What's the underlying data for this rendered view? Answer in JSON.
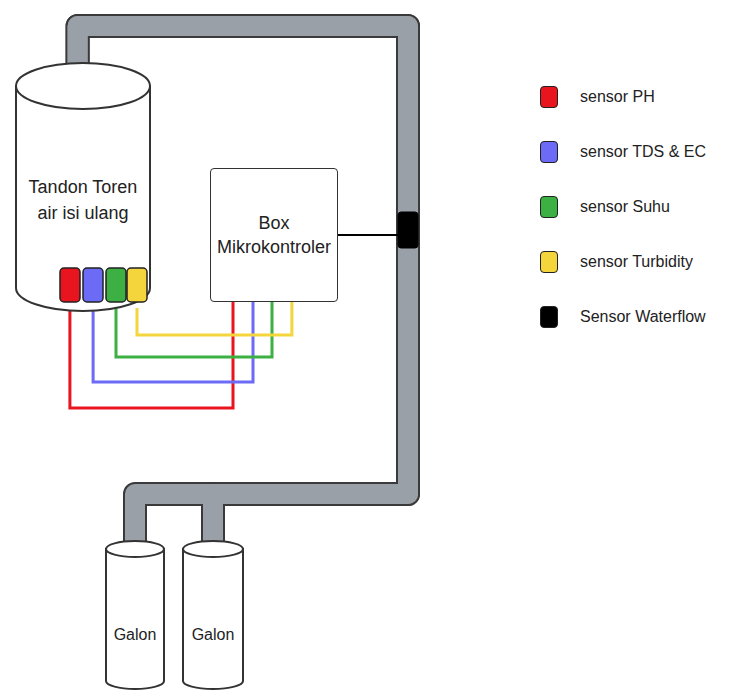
{
  "diagram": {
    "nodes": [
      {
        "text": [
          "Tandon Toren air isi ulang"
        ]
      },
      {
        "text": [
          "Box Mikrokontroler"
        ]
      },
      {
        "text": [
          "Galon"
        ]
      },
      {
        "text": [
          "Galon"
        ]
      }
    ],
    "edges": [
      {
        "from": 0,
        "to": 1,
        "arrow": "none"
      },
      {
        "from": 0,
        "to": 1,
        "arrow": "none"
      },
      {
        "from": 0,
        "to": 1,
        "arrow": "none"
      },
      {
        "from": 0,
        "to": 1,
        "arrow": "none"
      },
      {
        "from": 0,
        "to": 2,
        "arrow": "none"
      },
      {
        "from": 0,
        "to": 3,
        "arrow": "none"
      }
    ],
    "legend": [
      {
        "text": "sensor PH",
        "color": "#e8141e"
      },
      {
        "text": "sensor TDS & EC",
        "color": "#6b6bf5"
      },
      {
        "text": "sensor Suhu",
        "color": "#3cb043"
      },
      {
        "text": "sensor Turbidity",
        "color": "#f5d53c"
      },
      {
        "text": "Sensor Waterflow",
        "color": "#000000"
      }
    ]
  }
}
